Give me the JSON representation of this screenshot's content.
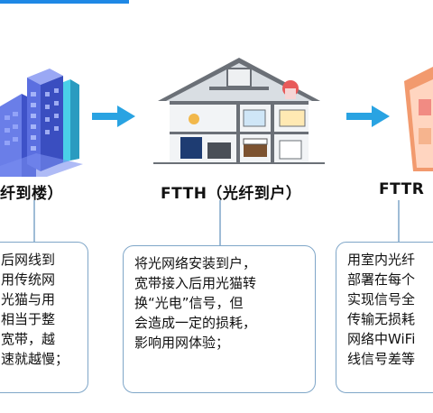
{
  "stages": [
    {
      "label": "纤到楼）",
      "lines": [
        "后网线到",
        "用传统网",
        "光猫与用",
        "相当于整",
        "宽带，越",
        "速就越慢；"
      ]
    },
    {
      "label": "FTTH（光纤到户）",
      "lines": [
        "将光网络安装到户，",
        "宽带接入后用光猫转",
        "换“光电”信号，但",
        "会造成一定的损耗，",
        "影响用网体验；"
      ]
    },
    {
      "label": "FTTR",
      "lines": [
        "用室内光纤",
        "部署在每个",
        "实现信号全",
        "传输无损耗",
        "网络中WiFi",
        "线信号差等"
      ]
    }
  ],
  "colors": {
    "arrow": "#29a3e2",
    "border": "#7fa6c8",
    "topbar": "#1e88e5"
  }
}
